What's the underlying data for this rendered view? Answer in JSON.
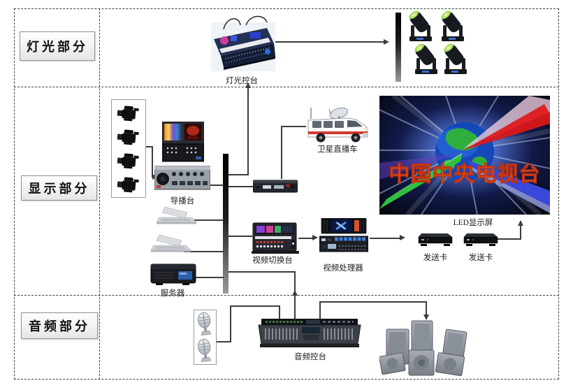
{
  "sections": {
    "lighting": "灯光部分",
    "display": "显示部分",
    "audio": "音频部分"
  },
  "labels": {
    "lighting_console": "灯光控台",
    "director_console": "导播台",
    "satellite_van": "卫星直播车",
    "led_screen": "LED显示屏",
    "video_switcher": "视频切换台",
    "video_processor": "视频处理器",
    "sending_card_1": "发送卡",
    "sending_card_2": "发送卡",
    "server": "服务器",
    "audio_console": "音频控台"
  },
  "led": {
    "screen_text": "中国中央电视台"
  },
  "colors": {
    "line": "#3c3c3c",
    "led_text": "#ffa02a",
    "led_background": "#070b1c",
    "lens_green": "#9fd631"
  },
  "connections": [
    "灯光控台 -> 灯具(4台摇头灯)",
    "摄像机组 -> 导播台",
    "导播台 -> 信号总线",
    "信号总线 -> 灯光控台",
    "卫星直播车 -> 接收机 -> 信号总线",
    "笔记本x2/服务器 -> 信号总线",
    "信号总线 -> 视频切换台 -> 视频处理器 -> 发送卡 -> LED显示屏",
    "话筒 -> 音频控台",
    "音频控台 -> 信号总线",
    "音频控台 -> 音箱"
  ]
}
